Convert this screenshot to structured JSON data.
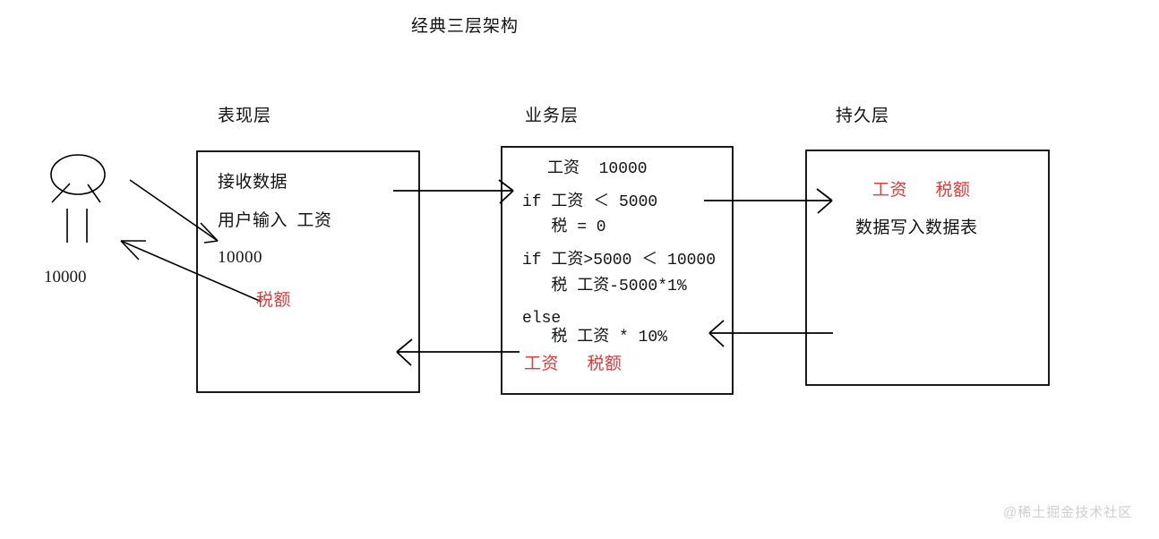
{
  "title": "经典三层架构",
  "watermark": "@稀土掘金技术社区",
  "actor": {
    "name": "stick-figure-user",
    "label": "10000"
  },
  "layers": [
    {
      "id": "presentation",
      "label": "表现层",
      "lines": [
        "接收数据",
        "用户输入  工资",
        "10000"
      ],
      "red_lines": [
        "税额"
      ]
    },
    {
      "id": "business",
      "label": "业务层",
      "lines": [
        "工资  10000",
        "if 工资 ＜ 5000",
        "   税 = 0",
        "if 工资>5000 ＜ 10000",
        "   税 工资-5000*1%",
        "else",
        "   税 工资 * 10%"
      ],
      "red_lines": [
        "工资      税额"
      ]
    },
    {
      "id": "persistence",
      "label": "持久层",
      "lines": [
        "数据写入数据表"
      ],
      "red_lines": [
        "工资      税额"
      ]
    }
  ],
  "connectors": [
    {
      "name": "user-to-presentation",
      "direction": "down-right"
    },
    {
      "name": "presentation-to-user",
      "direction": "up-left"
    },
    {
      "name": "presentation-to-business",
      "direction": "right"
    },
    {
      "name": "business-to-presentation",
      "direction": "left"
    },
    {
      "name": "business-to-persistence",
      "direction": "right"
    },
    {
      "name": "persistence-to-business",
      "direction": "left"
    }
  ],
  "colors": {
    "stroke": "#000000",
    "red": "#e23b3b",
    "text": "#141414",
    "watermark": "#cfcfcf"
  }
}
